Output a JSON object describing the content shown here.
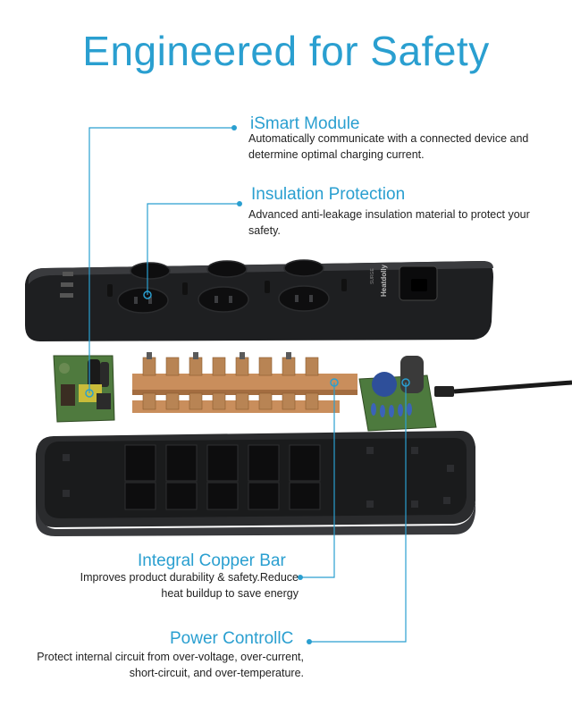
{
  "title": "Engineered for Safety",
  "brand_logo": "Heatdolly",
  "accent_color": "#2a9fd0",
  "features": [
    {
      "title": "iSmart Module",
      "desc_lines": [
        "Automatically communicate with a connected device and",
        "determine optimal charging current."
      ]
    },
    {
      "title": "Insulation Protection",
      "desc_lines": [
        "Advanced anti-leakage insulation material to protect your",
        "safety."
      ]
    },
    {
      "title": "Integral Copper Bar",
      "desc_lines": [
        "Improves product durability & safety.Reduce",
        "heat buildup to save energy"
      ]
    },
    {
      "title": "Power ControllC",
      "desc_lines": [
        "Protect internal circuit from over-voltage, over-current,",
        "short-circuit, and over-temperature."
      ]
    }
  ]
}
